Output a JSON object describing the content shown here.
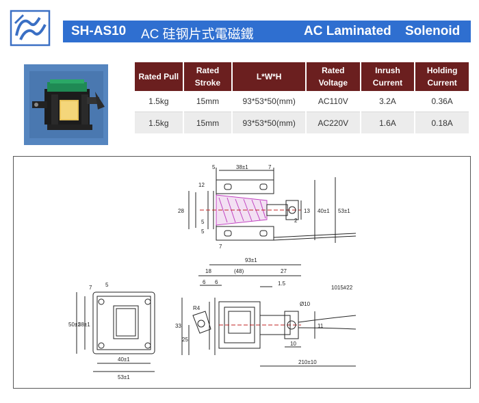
{
  "header": {
    "model": "SH-AS10",
    "chinese_title": "AC 硅钢片式電磁鐵",
    "english_title_1": "AC Laminated",
    "english_title_2": "Solenoid"
  },
  "colors": {
    "title_bar": "#2f6fd0",
    "table_header": "#6b1f1f",
    "row_alt": "#ececec"
  },
  "spec_table": {
    "headers": [
      {
        "line1": "Rated Pull",
        "line2": ""
      },
      {
        "line1": "Rated",
        "line2": "Stroke"
      },
      {
        "line1": "L*W*H",
        "line2": ""
      },
      {
        "line1": "Rated",
        "line2": "Voltage"
      },
      {
        "line1": "Inrush",
        "line2": "Current"
      },
      {
        "line1": "Holding",
        "line2": "Current"
      }
    ],
    "rows": [
      [
        "1.5kg",
        "15mm",
        "93*53*50(mm)",
        "AC110V",
        "3.2A",
        "0.36A"
      ],
      [
        "1.5kg",
        "15mm",
        "93*53*50(mm)",
        "AC220V",
        "1.6A",
        "0.18A"
      ]
    ]
  },
  "drawing": {
    "top_view": {
      "dims": [
        "5",
        "38±1",
        "7",
        "12",
        "28",
        "5",
        "7",
        "5",
        "13",
        "2",
        "40±1",
        "53±1"
      ]
    },
    "front_view": {
      "dims": [
        "7",
        "5",
        "50±1",
        "38±1",
        "40±1",
        "53±1"
      ]
    },
    "side_view": {
      "dims": [
        "93±1",
        "18",
        "(48)",
        "27",
        "6",
        "6",
        "1.5",
        "R4",
        "33",
        "25",
        "10",
        "11",
        "Ø10",
        "1015#22",
        "210±10"
      ]
    }
  }
}
